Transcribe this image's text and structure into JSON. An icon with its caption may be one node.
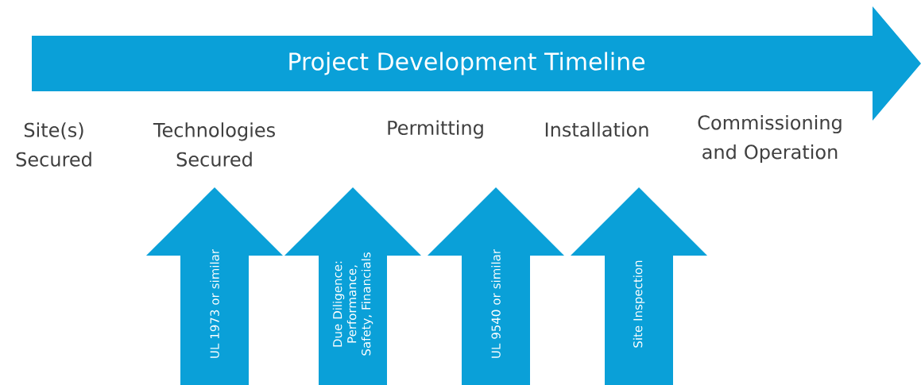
{
  "diagram": {
    "nodes": [
      {
        "text": [
          "Project Development Timeline"
        ]
      },
      {
        "text": [
          "UL 1973 or similar"
        ]
      },
      {
        "text": [
          "Due Diligence: Performance, Safety, Financials"
        ]
      },
      {
        "text": [
          "UL 9540 or similar"
        ]
      },
      {
        "text": [
          "Site Inspection"
        ]
      }
    ],
    "labels": [
      "Site(s) Secured",
      "Technologies Secured",
      "Permitting",
      "Installation",
      "Commissioning and Operation"
    ]
  }
}
